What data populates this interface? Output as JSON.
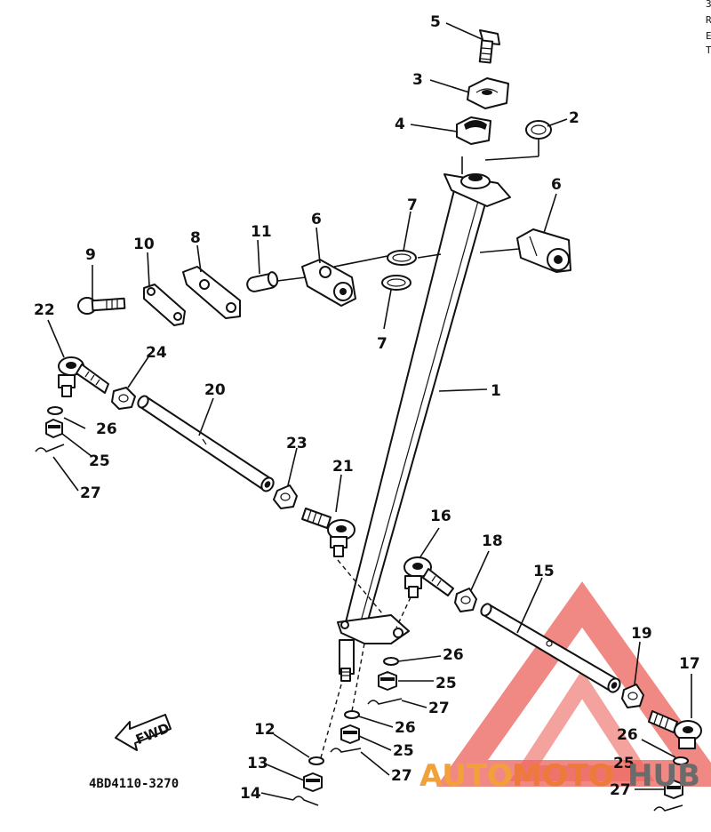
{
  "diagram": {
    "drawing_number": "4BD4110-3270",
    "fwd_label": "FWD",
    "corner_marks": [
      "3",
      "R",
      "E",
      "T"
    ],
    "callouts": {
      "c1": "1",
      "c2": "2",
      "c3": "3",
      "c4": "4",
      "c5": "5",
      "c6a": "6",
      "c6b": "6",
      "c7a": "7",
      "c7b": "7",
      "c8": "8",
      "c9": "9",
      "c10": "10",
      "c11": "11",
      "c12": "12",
      "c13": "13",
      "c14": "14",
      "c15": "15",
      "c16": "16",
      "c17": "17",
      "c18": "18",
      "c19": "19",
      "c20": "20",
      "c21": "21",
      "c22": "22",
      "c23": "23",
      "c24": "24",
      "c25a": "25",
      "c26a": "26",
      "c27a": "27",
      "c26b": "26",
      "c25b": "25",
      "c27b": "27",
      "c26c": "26",
      "c25c": "25",
      "c27c": "27",
      "c26d": "26",
      "c25d": "25",
      "c27d": "27"
    }
  },
  "watermark": {
    "text_a": "AUTO",
    "text_b": "MOTO",
    "text_c": "HUB",
    "colors": {
      "triangle": "#e8473f",
      "auto": "#f2a13a",
      "moto": "#ee7a3a",
      "hub": "#6b6b6b"
    }
  }
}
